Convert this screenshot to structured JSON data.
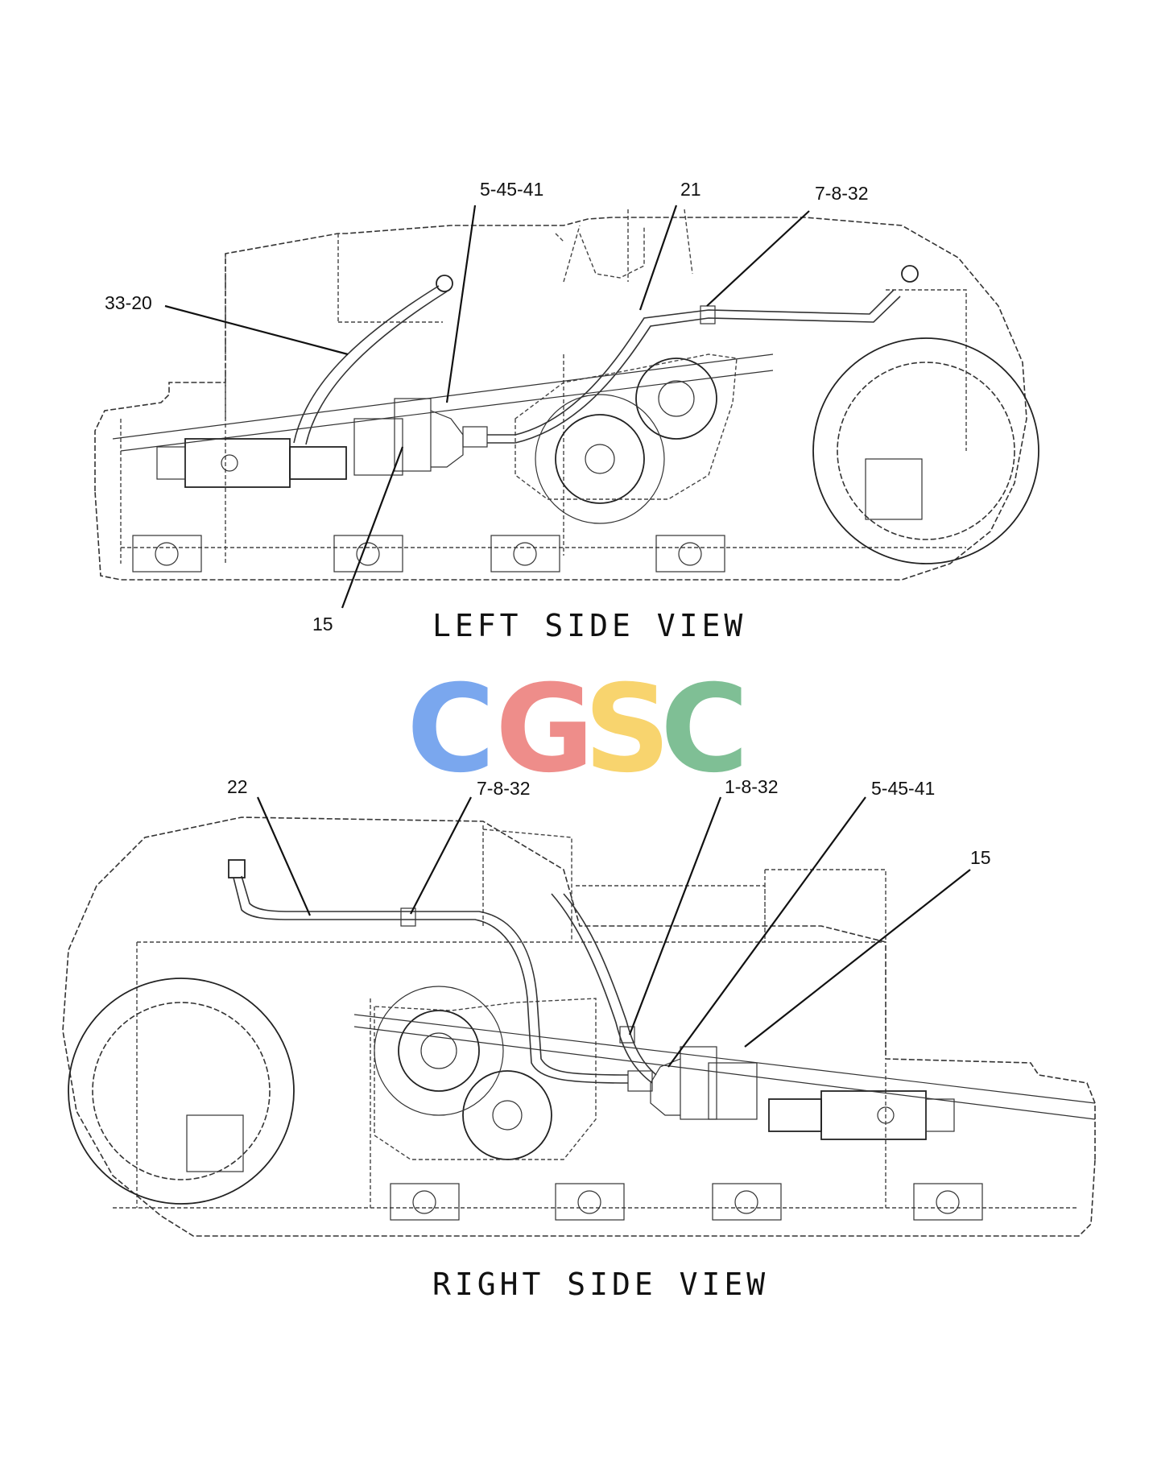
{
  "views": {
    "left": {
      "title": "LEFT SIDE VIEW"
    },
    "right": {
      "title": "RIGHT SIDE VIEW"
    }
  },
  "callouts": {
    "left": {
      "c1": "5-45-41",
      "c2": "21",
      "c3": "7-8-32",
      "c4": "33-20",
      "c5": "15"
    },
    "right": {
      "c1": "22",
      "c2": "7-8-32",
      "c3": "1-8-32",
      "c4": "5-45-41",
      "c5": "15"
    }
  },
  "watermark": {
    "letters": [
      "C",
      "G",
      "S",
      "C"
    ],
    "colors": [
      "#7aa7ee",
      "#ee8d8a",
      "#f8d46e",
      "#7fbf95"
    ]
  },
  "colors": {
    "line": "#222222",
    "background": "#ffffff"
  }
}
